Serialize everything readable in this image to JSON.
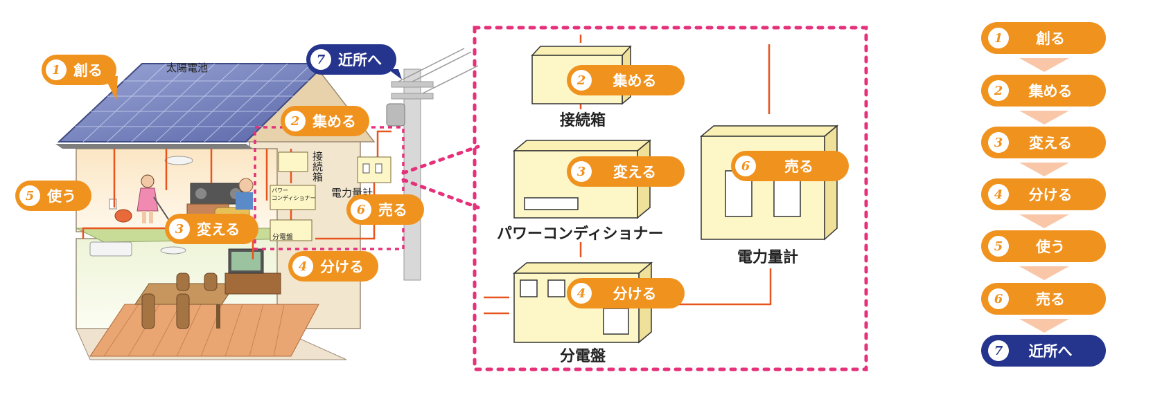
{
  "colors": {
    "orange": "#f0921e",
    "navy": "#25348c",
    "magenta": "#e5307a",
    "wire": "#e8541e",
    "device": "#fdf6c6"
  },
  "house": {
    "solar_label": "太陽電池",
    "junction_small": "接続箱",
    "pcs_small": "パワー\nコンディショナー",
    "panel_small": "分電盤",
    "meter_small": "電力量計"
  },
  "steps": [
    {
      "num": "1",
      "label": "創る"
    },
    {
      "num": "2",
      "label": "集める"
    },
    {
      "num": "3",
      "label": "変える"
    },
    {
      "num": "4",
      "label": "分ける"
    },
    {
      "num": "5",
      "label": "使う"
    },
    {
      "num": "6",
      "label": "売る"
    },
    {
      "num": "7",
      "label": "近所へ"
    }
  ],
  "detail": {
    "junction_box": "接続箱",
    "power_conditioner": "パワーコンディショナー",
    "distribution_board": "分電盤",
    "meter": "電力量計"
  }
}
